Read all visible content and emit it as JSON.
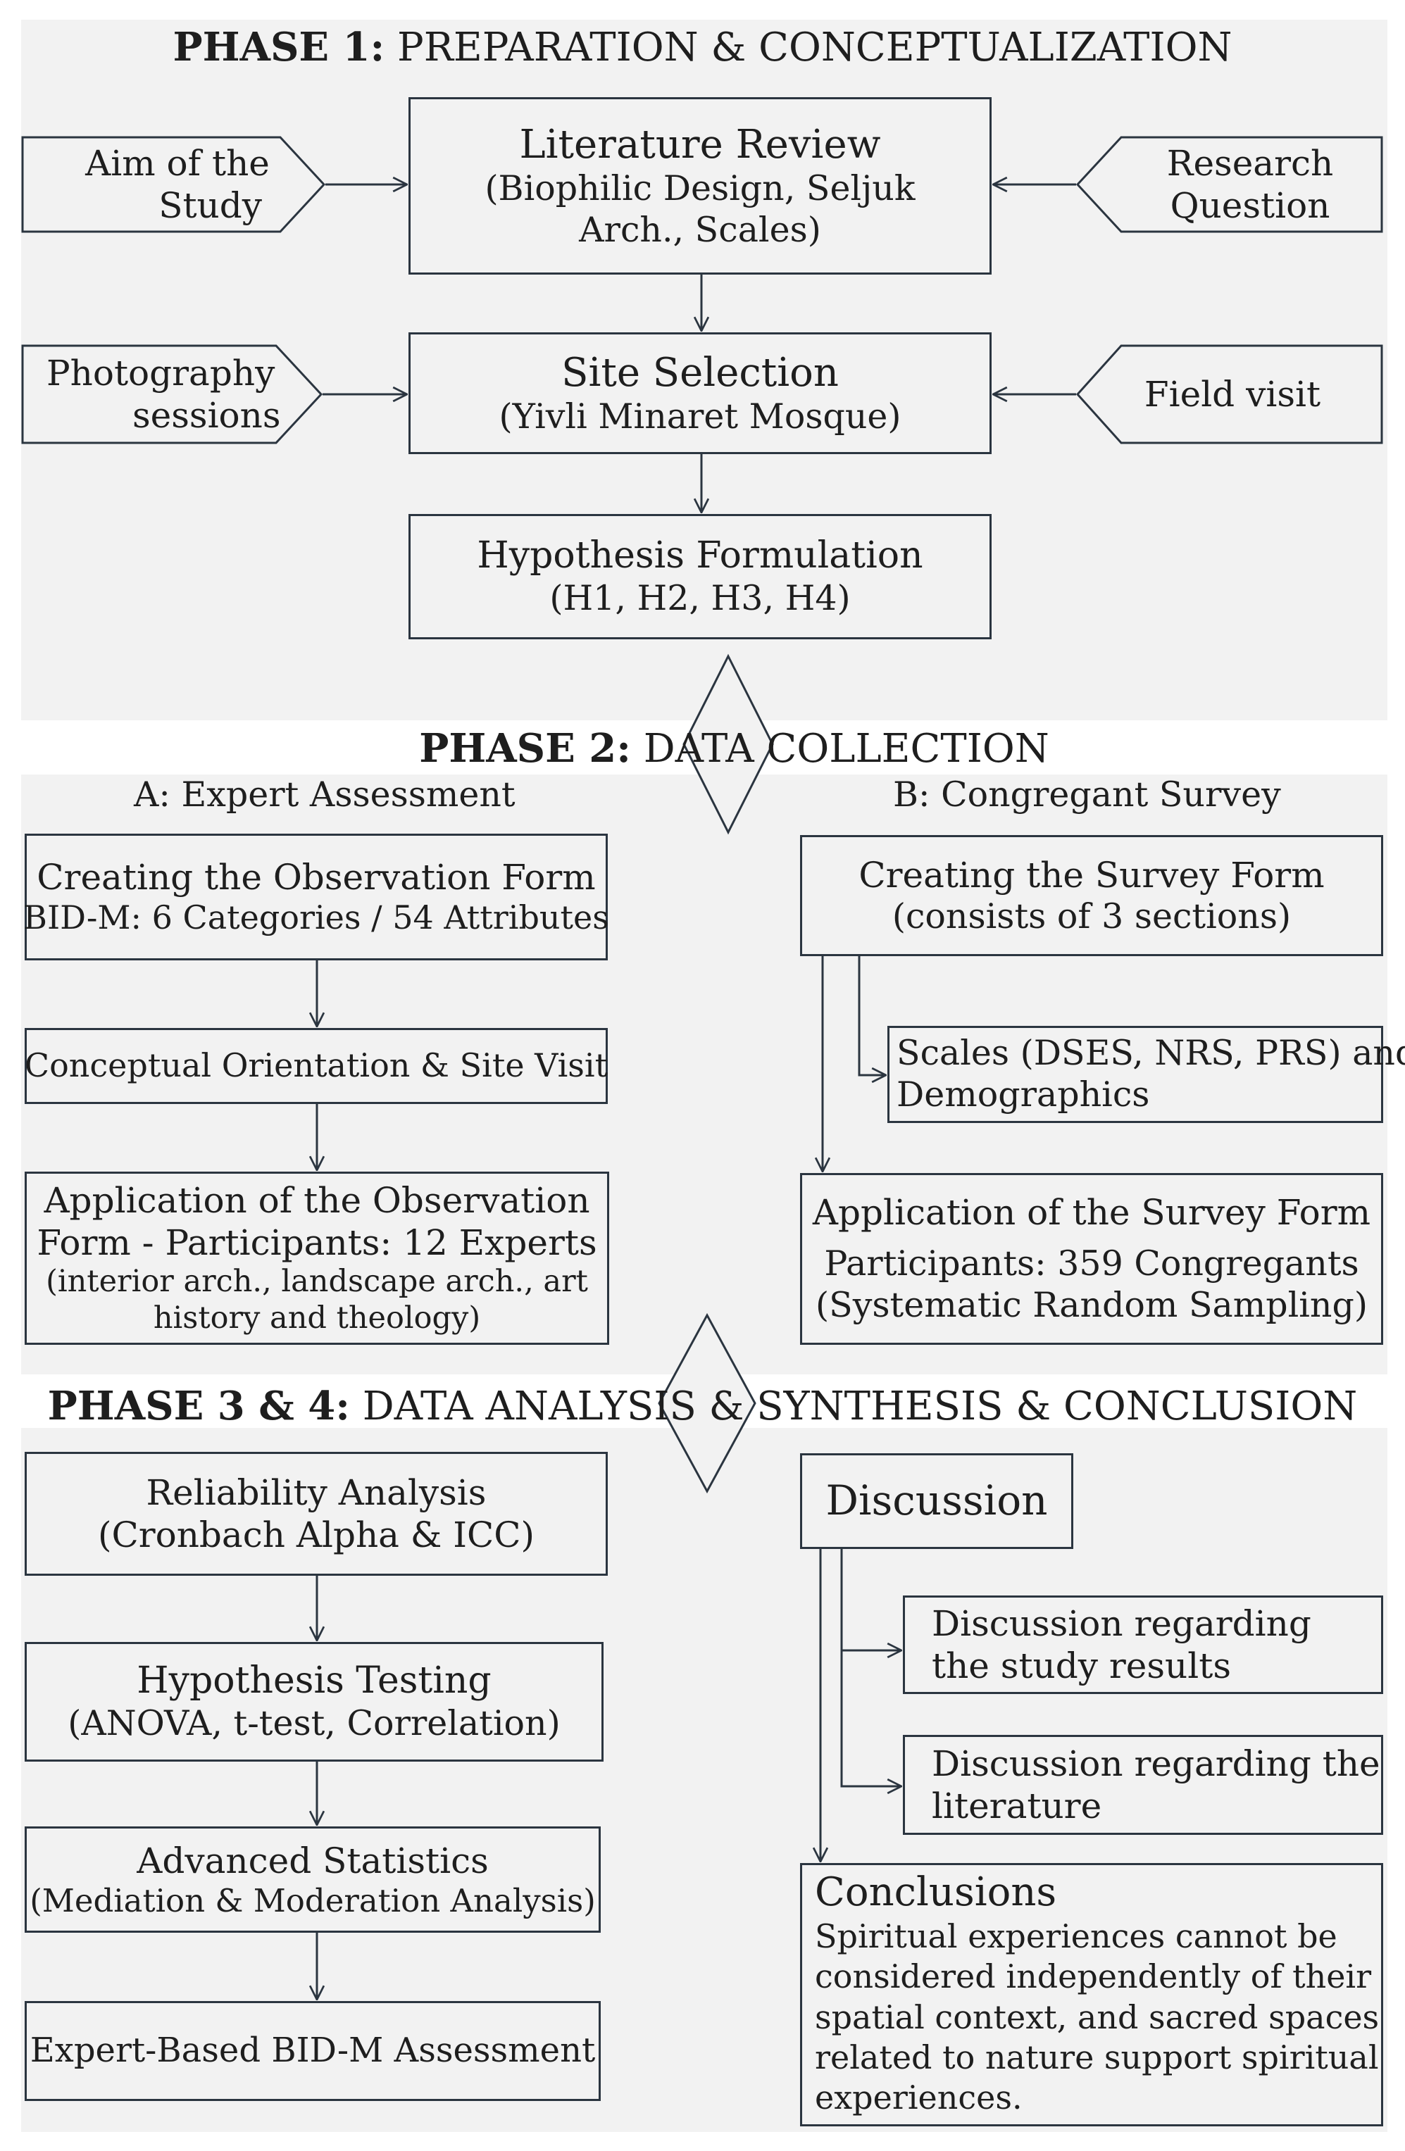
{
  "phase1": {
    "title_bold": "PHASE 1:",
    "title_rest": " PREPARATION & CONCEPTUALIZATION",
    "literature_review": {
      "title": "Literature Review",
      "line2": "(Biophilic Design, Seljuk",
      "line3": "Arch., Scales)"
    },
    "aim": {
      "line1": "Aim of the",
      "line2": "Study"
    },
    "research_question": {
      "line1": "Research",
      "line2": "Question"
    },
    "site_selection": {
      "title": "Site Selection",
      "line2": "(Yivli Minaret Mosque)"
    },
    "photography": {
      "line1": "Photography",
      "line2": "sessions"
    },
    "field_visit": "Field visit",
    "hypothesis_formulation": {
      "title": "Hypothesis Formulation",
      "line2": "(H1, H2, H3, H4)"
    }
  },
  "phase2": {
    "title_bold": "PHASE 2:",
    "title_rest": " DATA COLLECTION",
    "a_label": "A: Expert Assessment",
    "b_label": "B: Congregant Survey",
    "observation_form": {
      "line1": "Creating the Observation Form",
      "line2": "BID-M: 6 Categories / 54 Attributes"
    },
    "conceptual_orientation": "Conceptual Orientation & Site Visit",
    "application_observation": {
      "line1": "Application of the Observation",
      "line2": "Form - Participants: 12 Experts",
      "line3": "(interior arch., landscape arch., art",
      "line4": "history and theology)"
    },
    "survey_form": {
      "line1": "Creating the Survey Form",
      "line2": "(consists of 3 sections)"
    },
    "scales": {
      "line1": "Scales (DSES, NRS, PRS) and",
      "line2": "Demographics"
    },
    "application_survey": {
      "line1": "Application of the Survey Form",
      "line2": "Participants: 359 Congregants",
      "line3": "(Systematic Random Sampling)"
    }
  },
  "phase34": {
    "title_bold": "PHASE 3 & 4:",
    "title_rest": " DATA ANALYSIS & SYNTHESIS & CONCLUSION",
    "reliability": {
      "line1": "Reliability Analysis",
      "line2": "(Cronbach Alpha & ICC)"
    },
    "hypothesis_testing": {
      "line1": "Hypothesis Testing",
      "line2": "(ANOVA, t-test, Correlation)"
    },
    "advanced_statistics": {
      "line1": "Advanced Statistics",
      "line2": "(Mediation & Moderation Analysis)"
    },
    "expert_assessment": "Expert-Based BID-M Assessment",
    "discussion": "Discussion",
    "discussion_results": {
      "line1": "Discussion regarding",
      "line2": "the study results"
    },
    "discussion_literature": {
      "line1": "Discussion regarding the",
      "line2": "literature"
    },
    "conclusions": {
      "title": "Conclusions",
      "line1": "Spiritual experiences cannot be",
      "line2": "considered independently of their",
      "line3": "spatial context, and sacred spaces",
      "line4": "related to nature support spiritual",
      "line5": "experiences."
    }
  },
  "colors": {
    "band": "#f2f2f2",
    "border": "#2b3540",
    "text": "#1e1e1e"
  }
}
